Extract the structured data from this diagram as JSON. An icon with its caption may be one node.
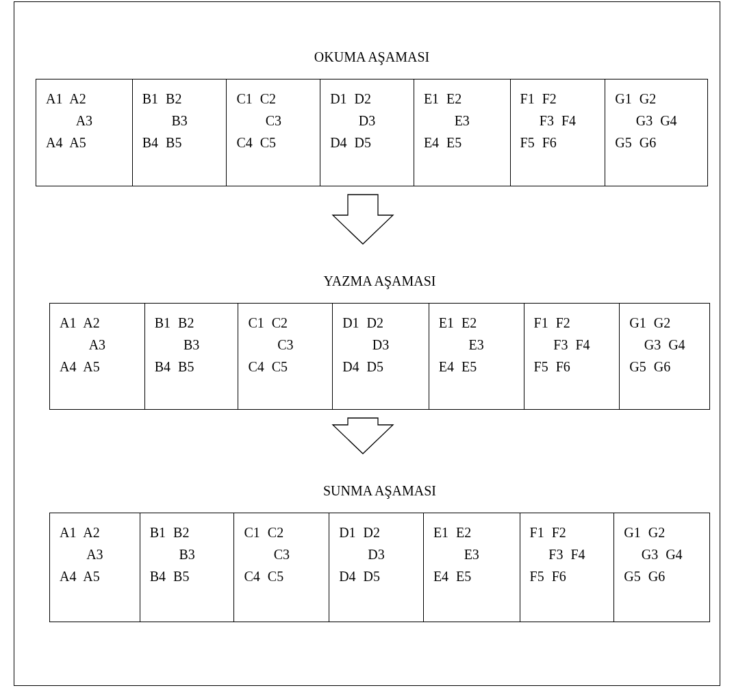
{
  "diagram": {
    "nodes": [
      {
        "text": [
          "OKUMA AŞAMASI"
        ]
      },
      {
        "text": [
          "A1 A2",
          "A3",
          "A4 A5"
        ],
        "in": 0
      },
      {
        "text": [
          "B1 B2",
          "B3",
          "B4 B5"
        ],
        "in": 0
      },
      {
        "text": [
          "C1 C2",
          "C3",
          "C4 C5"
        ],
        "in": 0
      },
      {
        "text": [
          "D1 D2",
          "D3",
          "D4 D5"
        ],
        "in": 0
      },
      {
        "text": [
          "E1 E2",
          "E3",
          "E4 E5"
        ],
        "in": 0
      },
      {
        "text": [
          "F1 F2",
          "F3 F4",
          "F5 F6"
        ],
        "in": 0
      },
      {
        "text": [
          "G1 G2",
          "G3 G4",
          "G5 G6"
        ],
        "in": 0
      },
      {
        "text": [
          "YAZMA AŞAMASI"
        ]
      },
      {
        "text": [
          "A1 A2",
          "A3",
          "A4 A5"
        ],
        "in": 8
      },
      {
        "text": [
          "B1 B2",
          "B3",
          "B4 B5"
        ],
        "in": 8
      },
      {
        "text": [
          "C1 C2",
          "C3",
          "C4 C5"
        ],
        "in": 8
      },
      {
        "text": [
          "D1 D2",
          "D3",
          "D4 D5"
        ],
        "in": 8
      },
      {
        "text": [
          "E1 E2",
          "E3",
          "E4 E5"
        ],
        "in": 8
      },
      {
        "text": [
          "F1 F2",
          "F3 F4",
          "F5 F6"
        ],
        "in": 8
      },
      {
        "text": [
          "G1 G2",
          "G3 G4",
          "G5 G6"
        ],
        "in": 8
      },
      {
        "text": [
          "SUNMA AŞAMASI"
        ]
      },
      {
        "text": [
          "A1 A2",
          "A3",
          "A4 A5"
        ],
        "in": 16
      },
      {
        "text": [
          "B1 B2",
          "B3",
          "B4 B5"
        ],
        "in": 16
      },
      {
        "text": [
          "C1 C2",
          "C3",
          "C4 C5"
        ],
        "in": 16
      },
      {
        "text": [
          "D1 D2",
          "D3",
          "D4 D5"
        ],
        "in": 16
      },
      {
        "text": [
          "E1 E2",
          "E3",
          "E4 E5"
        ],
        "in": 16
      },
      {
        "text": [
          "F1 F2",
          "F3 F4",
          "F5 F6"
        ],
        "in": 16
      },
      {
        "text": [
          "G1 G2",
          "G3 G4",
          "G5 G6"
        ],
        "in": 16
      }
    ],
    "edges": [
      {
        "from": 0,
        "to": 8,
        "arrow": "to"
      },
      {
        "from": 8,
        "to": 16,
        "arrow": "to"
      }
    ]
  }
}
